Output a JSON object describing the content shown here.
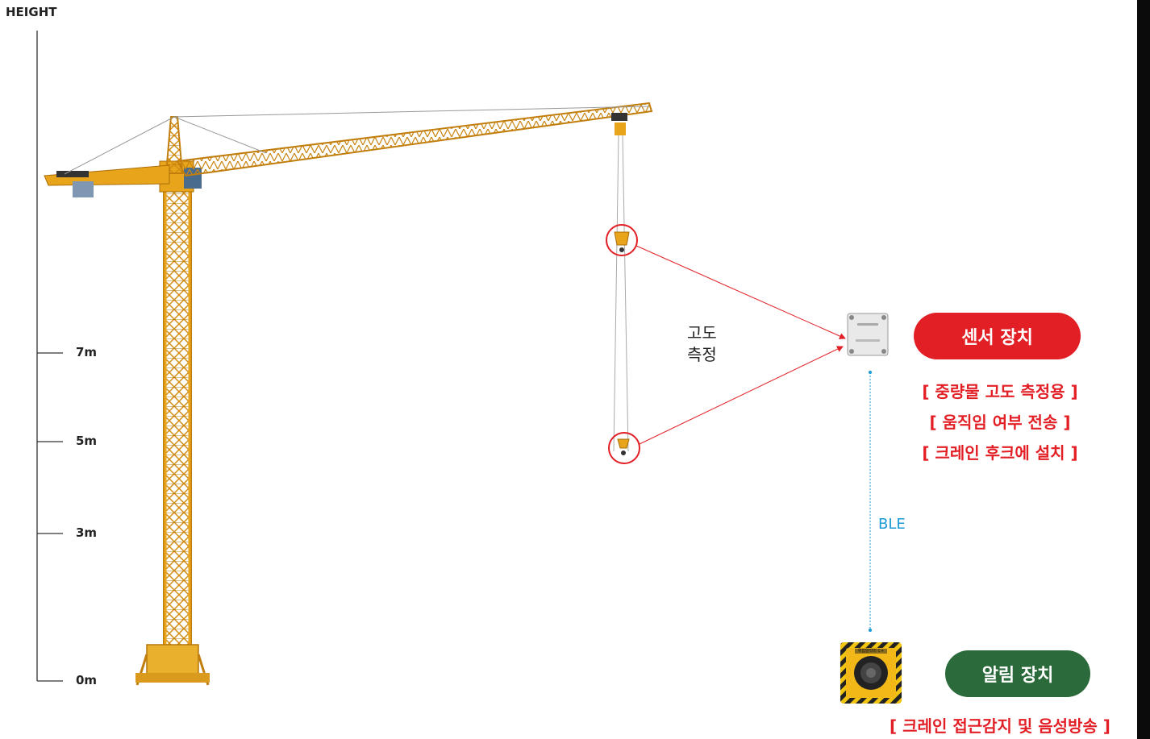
{
  "axis": {
    "title": "HEIGHT",
    "ticks": [
      "7m",
      "5m",
      "3m",
      "0m"
    ]
  },
  "measure_label": "고도\n측정",
  "sensor": {
    "badge_label": "센서 장치",
    "notes": [
      "[ 중량물 고도 측정용 ]",
      "[ 움직임 여부 전송 ]",
      "[ 크레인 후크에 설치 ]"
    ]
  },
  "link_label": "BLE",
  "alarm": {
    "badge_label": "알림 장치",
    "note": "[ 크레인 접근감지 및 음성방송 ]",
    "device_label": "위험알리미 C+"
  },
  "colors": {
    "accent_red": "#e31f26",
    "accent_green": "#2b6a3a",
    "ble_blue": "#1a9ad6",
    "crane_yellow": "#e8a51c"
  }
}
